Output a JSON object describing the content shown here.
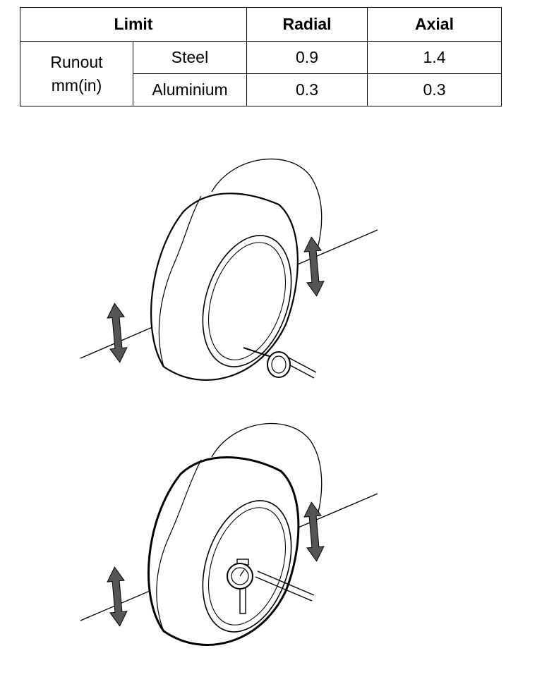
{
  "table": {
    "headers": {
      "limit": "Limit",
      "radial": "Radial",
      "axial": "Axial"
    },
    "row_label_line1": "Runout",
    "row_label_line2": "mm(in)",
    "rows": [
      {
        "material": "Steel",
        "radial": "0.9",
        "axial": "1.4"
      },
      {
        "material": "Aluminium",
        "radial": "0.3",
        "axial": "0.3"
      }
    ]
  },
  "figures": {
    "top": {
      "depicts": "radial-runout-measurement",
      "icon": "dial-gauge-icon"
    },
    "bottom": {
      "depicts": "axial-runout-measurement",
      "icon": "dial-gauge-icon"
    }
  }
}
